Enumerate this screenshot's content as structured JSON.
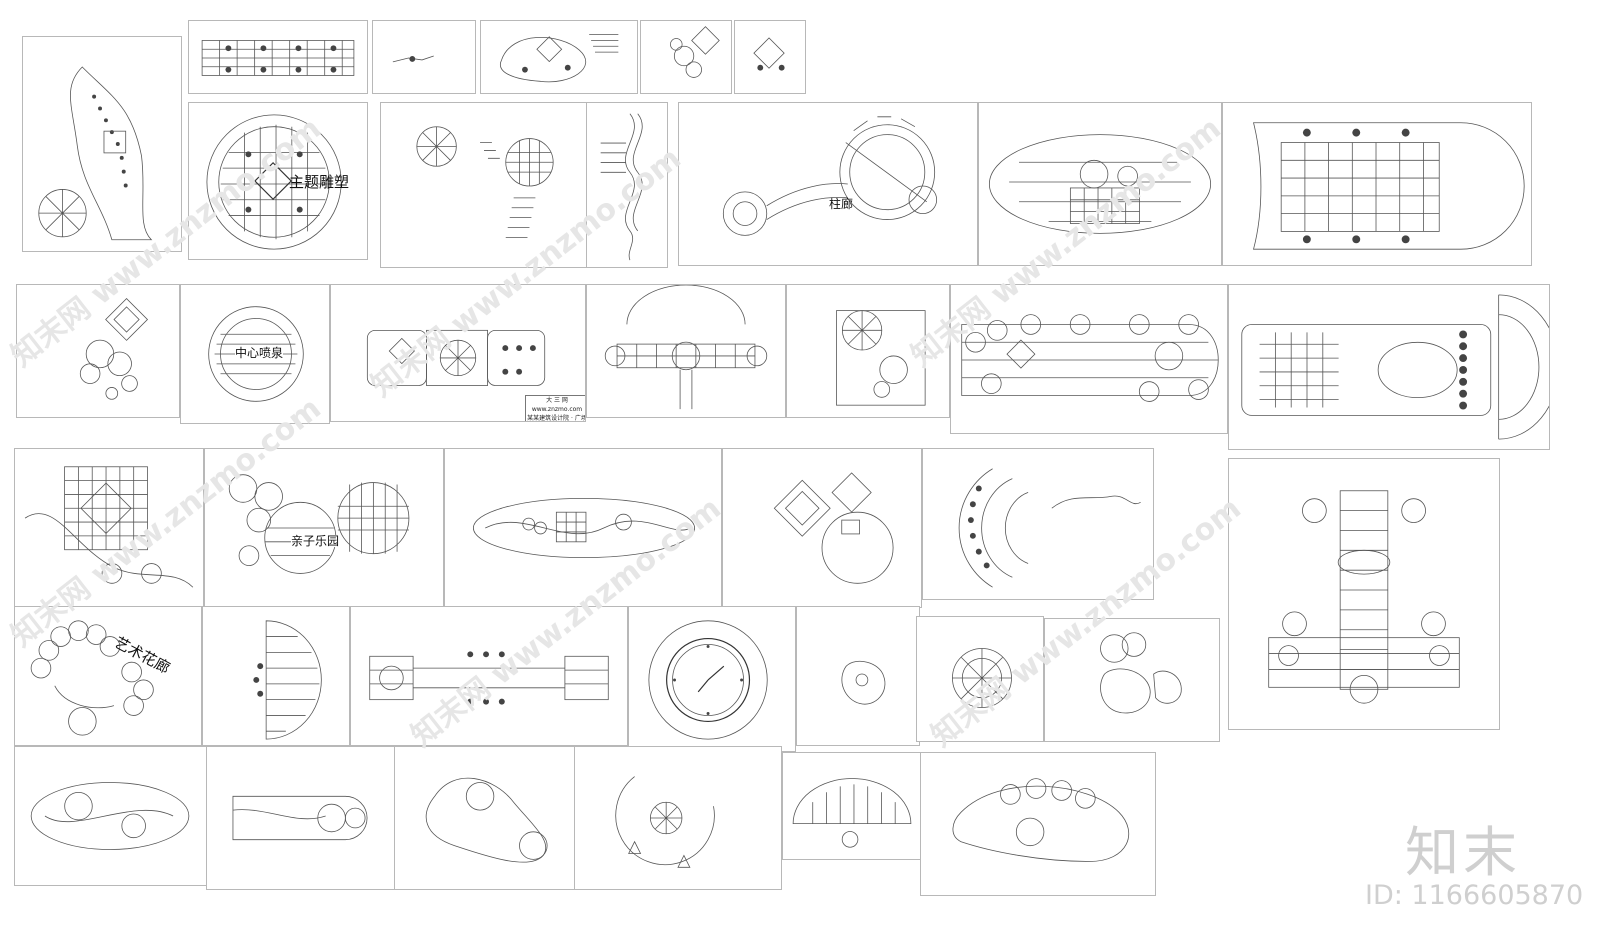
{
  "labels": {
    "theme_sculpture": "主题雕塑",
    "colonnade": "柱廊",
    "central_fountain": "中心喷泉",
    "family_playground": "亲子乐园",
    "art_flower_corridor": "艺术花廊"
  },
  "title_block": {
    "heading": "大 三 网",
    "subtitle": "www.znzmo.com",
    "note": "某某建筑设计院 · 广场景观平面"
  },
  "watermark": {
    "text": "知末网 www.znzmo.com"
  },
  "brand": {
    "name": "知末",
    "id_text": "ID: 1166605870"
  },
  "colors": {
    "line": "#555555",
    "frame": "#b8b8b8",
    "watermark": "#e6e6e6",
    "brand": "#cfcfcf"
  }
}
